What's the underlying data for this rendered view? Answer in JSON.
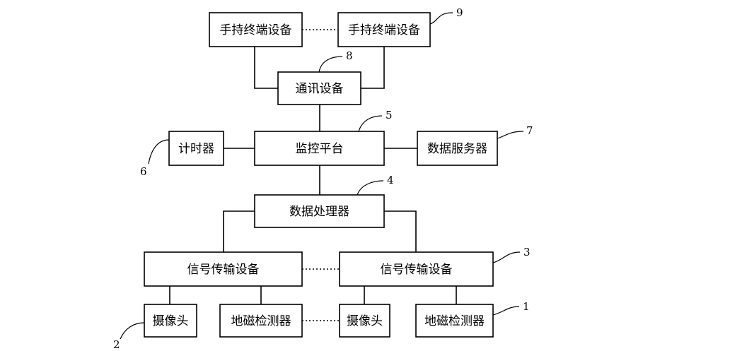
{
  "boxes": {
    "handheld_left": "手持终端设备",
    "handheld_right": "手持终端设备",
    "comm_device": "通讯设备",
    "monitor_platform": "监控平台",
    "timer": "计时器",
    "data_server": "数据服务器",
    "data_processor": "数据处理器",
    "signal_tx_left": "信号传输设备",
    "signal_tx_right": "信号传输设备",
    "camera_left": "摄像头",
    "geomag_left": "地磁检测器",
    "camera_right": "摄像头",
    "geomag_right": "地磁检测器"
  },
  "refs": {
    "r1": "1",
    "r2": "2",
    "r3": "3",
    "r4": "4",
    "r5": "5",
    "r6": "6",
    "r7": "7",
    "r8": "8",
    "r9": "9"
  }
}
